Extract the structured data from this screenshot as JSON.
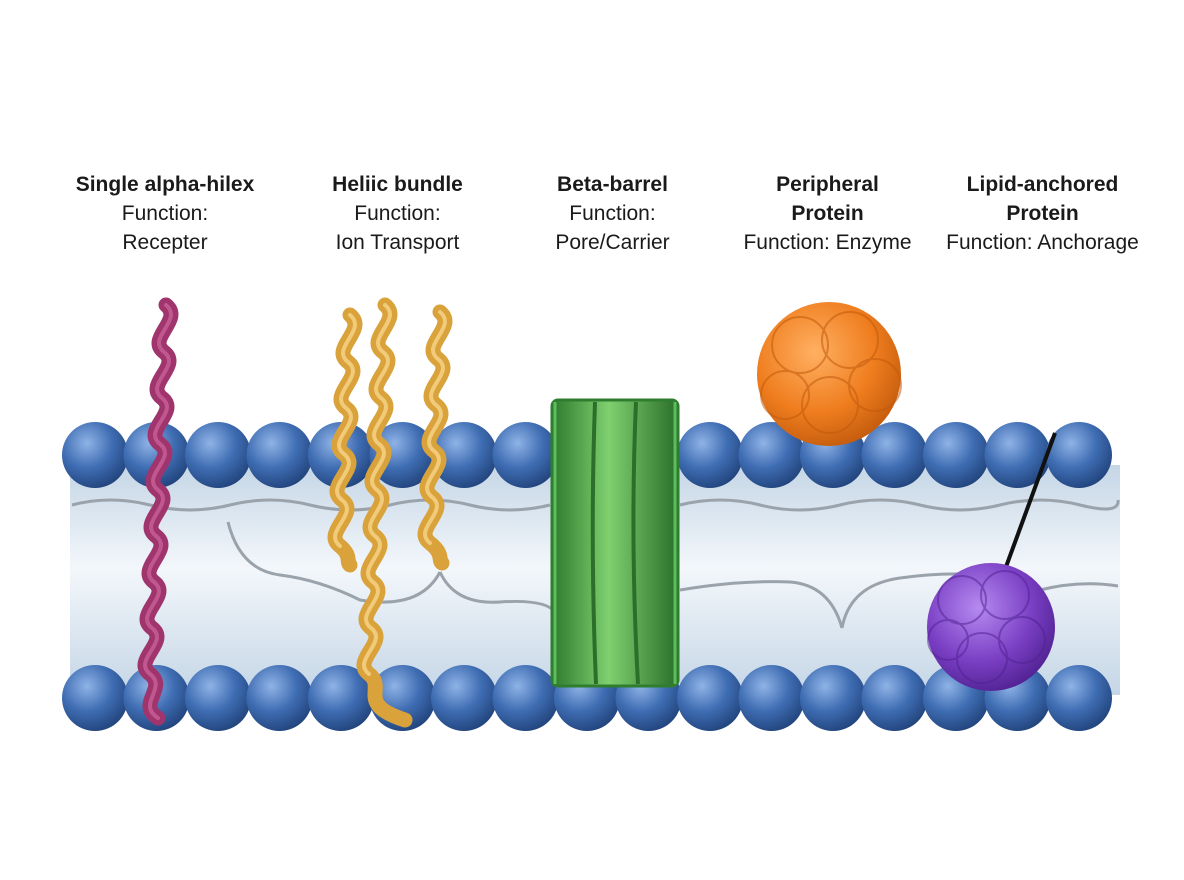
{
  "labels": [
    {
      "title": "Single alpha-hilex",
      "func_line1": "Function:",
      "func_line2": "Recepter"
    },
    {
      "title": "Heliic bundle",
      "func_line1": "Function:",
      "func_line2": "Ion Transport"
    },
    {
      "title": "Beta-barrel",
      "func_line1": "Function:",
      "func_line2": "Pore/Carrier"
    },
    {
      "title_line1": "Peripheral",
      "title_line2": "Protein",
      "func_line1": "Function: Enzyme"
    },
    {
      "title_line1": "Lipid-anchored",
      "title_line2": "Protein",
      "func_line1": "Function: Anchorage"
    }
  ],
  "colors": {
    "lipid_head": "#3f6db3",
    "membrane_core": "#dfe9f2",
    "alpha_helix": "#a0356e",
    "helix_bundle": "#e0b24f",
    "beta_barrel": "#3f9b3f",
    "peripheral": "#ef7d1e",
    "lipid_anchored": "#7a3fc4"
  }
}
